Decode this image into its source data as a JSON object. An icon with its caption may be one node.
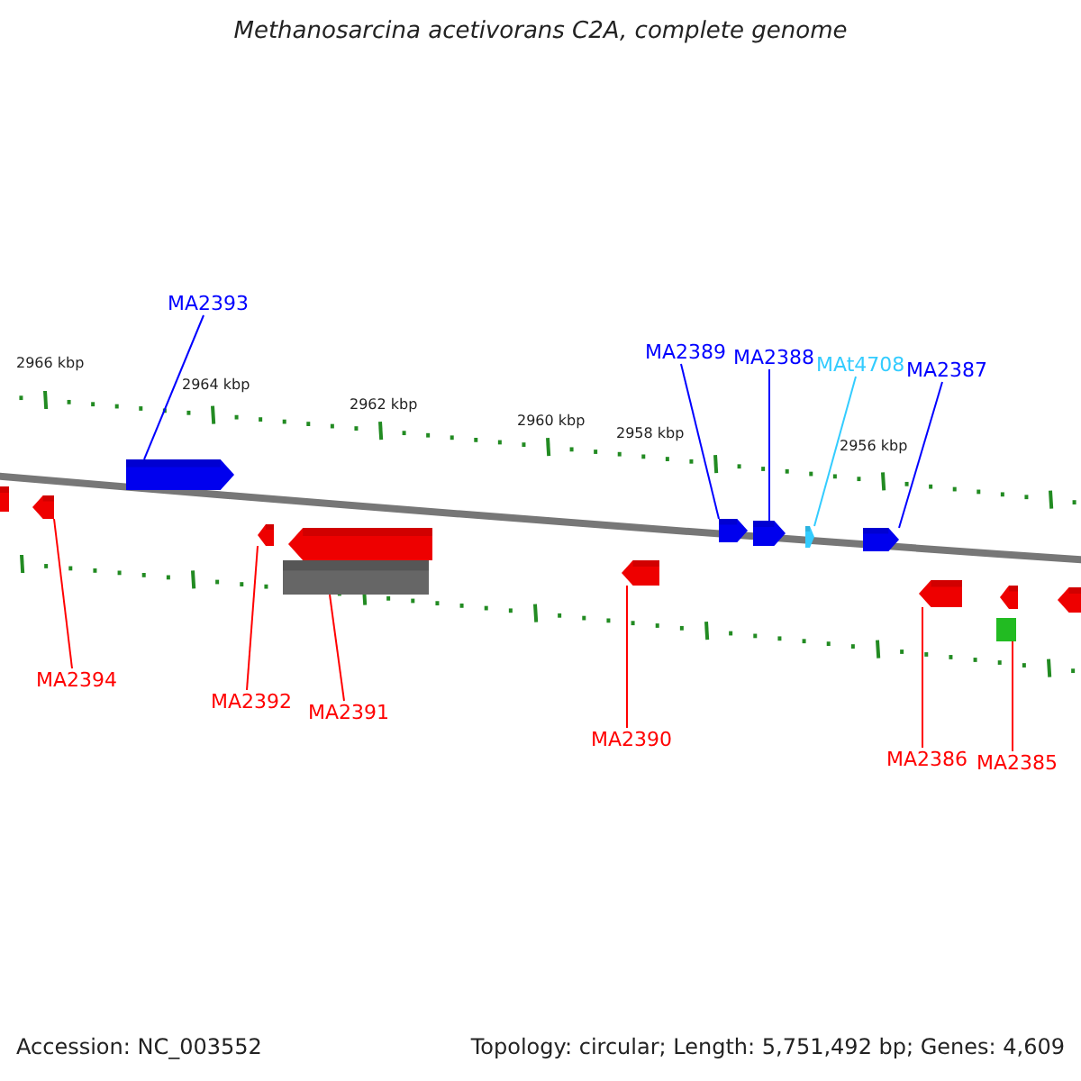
{
  "diagram": {
    "title": "Methanosarcina acetivorans C2A, complete genome",
    "nodes": [
      {
        "text": [
          "MA2393"
        ]
      },
      {
        "text": [
          "MA2389"
        ]
      },
      {
        "text": [
          "MA2388"
        ]
      },
      {
        "text": [
          "MAt4708"
        ]
      },
      {
        "text": [
          "MA2387"
        ]
      },
      {
        "text": [],
        "shape": "pentagon"
      },
      {
        "text": [],
        "shape": "pentagon"
      },
      {
        "text": [],
        "shape": "pentagon"
      },
      {
        "text": [],
        "shape": "pentagon"
      },
      {
        "text": [],
        "shape": "pentagon"
      },
      {
        "text": [],
        "shape": "bar"
      },
      {
        "text": [],
        "shape": "pentagon"
      },
      {
        "text": [],
        "shape": "pentagon"
      },
      {
        "text": [],
        "shape": "pentagon"
      },
      {
        "text": [],
        "shape": "pentagon"
      },
      {
        "text": [],
        "shape": "pentagon"
      },
      {
        "text": [],
        "shape": "pentagon"
      },
      {
        "text": [],
        "shape": "pentagon"
      },
      {
        "text": [],
        "shape": "box"
      },
      {
        "text": [],
        "shape": "pentagon"
      },
      {
        "text": [
          "MA2394"
        ]
      },
      {
        "text": [
          "MA2392"
        ]
      },
      {
        "text": [
          "MA2391"
        ]
      },
      {
        "text": [
          "MA2390"
        ]
      },
      {
        "text": [
          "MA2386"
        ]
      },
      {
        "text": [
          "MA2385"
        ]
      }
    ],
    "edges": [
      {
        "from": 0,
        "to": 5,
        "arrow": "none",
        "color": "#0000ff"
      },
      {
        "from": 1,
        "to": 12,
        "arrow": "none",
        "color": "#0000ff"
      },
      {
        "from": 2,
        "to": 13,
        "arrow": "none",
        "color": "#0000ff"
      },
      {
        "from": 3,
        "to": 14,
        "arrow": "none",
        "color": "#33ccff"
      },
      {
        "from": 4,
        "to": 15,
        "arrow": "none",
        "color": "#0000ff"
      },
      {
        "from": 20,
        "to": 7,
        "arrow": "none"
      },
      {
        "from": 21,
        "to": 8,
        "arrow": "none"
      },
      {
        "from": 22,
        "to": 10,
        "arrow": "none"
      },
      {
        "from": 23,
        "to": 11,
        "arrow": "none"
      },
      {
        "from": 24,
        "to": 16,
        "arrow": "none"
      },
      {
        "from": 25,
        "to": 18,
        "arrow": "none"
      }
    ],
    "labels": [
      "2966 kbp",
      "2964 kbp",
      "2962 kbp",
      "2960 kbp",
      "2958 kbp",
      "2956 kbp",
      "Accession: NC_003552",
      "Topology: circular; Length: 5,751,492 bp; Genes: 4,609"
    ]
  }
}
